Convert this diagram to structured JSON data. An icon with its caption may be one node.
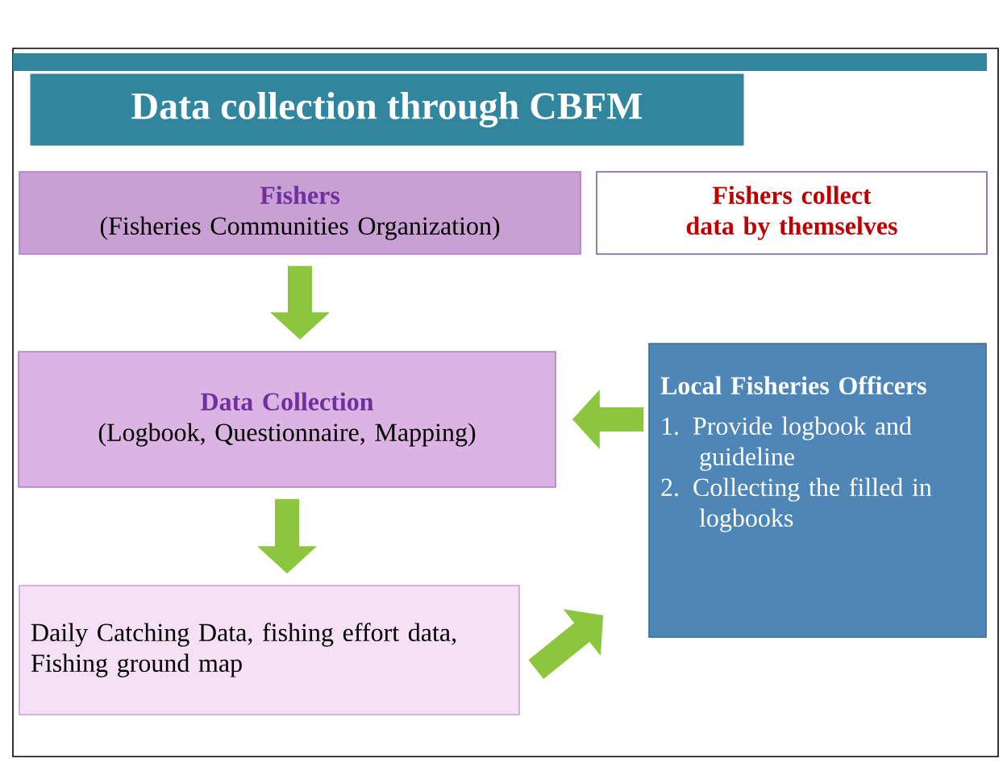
{
  "diagram": {
    "title": "Data collection through CBFM",
    "nodes": [
      {
        "text": [
          "Fishers",
          "(Fisheries Communities Organization)"
        ]
      },
      {
        "text": [
          "Fishers collect data by themselves"
        ]
      },
      {
        "text": [
          "Data Collection",
          "(Logbook, Questionnaire, Mapping)"
        ]
      },
      {
        "text": [
          "Daily Catching Data, fishing effort data, Fishing ground map"
        ]
      },
      {
        "text": [
          "Local Fisheries Officers",
          "1. Provide logbook and guideline",
          "2. Collecting the filled in logbooks"
        ]
      }
    ],
    "edges": [
      {
        "from": 0,
        "to": 2,
        "arrow": "to"
      },
      {
        "from": 2,
        "to": 3,
        "arrow": "to"
      },
      {
        "from": 4,
        "to": 2,
        "arrow": "to"
      },
      {
        "from": 3,
        "to": 4,
        "arrow": "to"
      }
    ]
  }
}
